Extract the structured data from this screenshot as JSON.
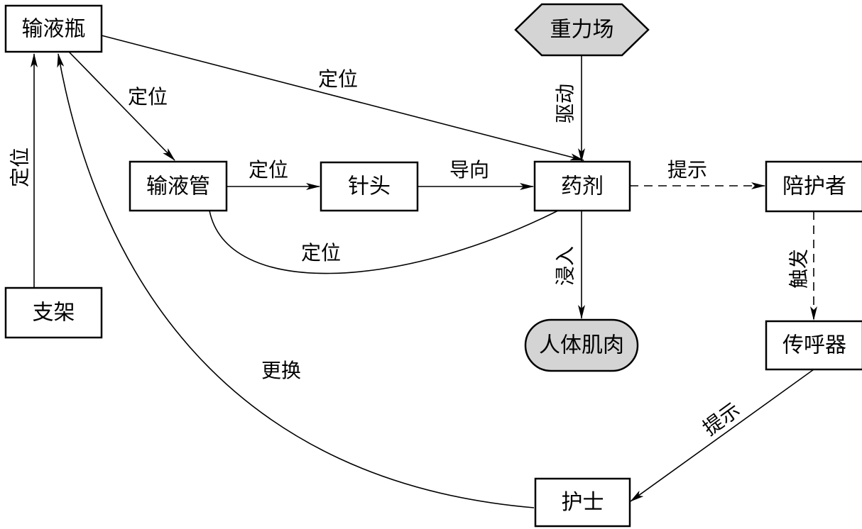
{
  "nodes": {
    "bottle": "输液瓶",
    "stand": "支架",
    "tube": "输液管",
    "needle": "针头",
    "drug": "药剂",
    "gravity": "重力场",
    "muscle": "人体肌肉",
    "companion": "陪护者",
    "pager": "传呼器",
    "nurse": "护士"
  },
  "edges": {
    "stand_bottle": "定位",
    "bottle_tube": "定位",
    "bottle_drug": "定位",
    "tube_needle": "定位",
    "needle_drug": "导向",
    "tube_drug": "定位",
    "gravity_drug": "驱动",
    "drug_muscle": "浸入",
    "drug_companion": "提示",
    "companion_pager": "触发",
    "pager_nurse": "提示",
    "nurse_bottle": "更换"
  }
}
